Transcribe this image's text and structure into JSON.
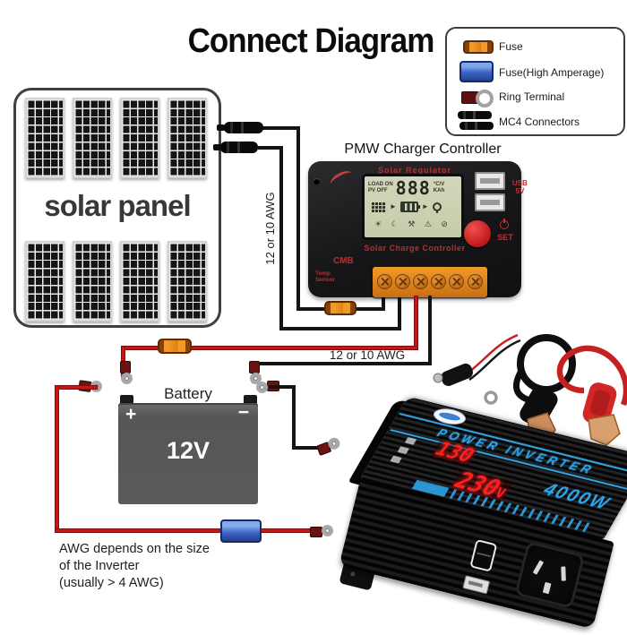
{
  "title": "Connect Diagram",
  "legend": {
    "fuse": "Fuse",
    "fuse_high": "Fuse(High Amperage)",
    "ring_terminal": "Ring Terminal",
    "mc4": "MC4 Connectors"
  },
  "solar": {
    "label": "solar panel"
  },
  "controller": {
    "heading": "PMW Charger Controller",
    "brand": "Solar Regulator",
    "lcd": {
      "load_on": "LOAD ON",
      "pv_off": "PV OFF",
      "digits": "888",
      "unit_top": "°C/V",
      "unit_bottom": "KAh",
      "arrow": "►",
      "status_icons": "☀ ☾ ⚒ ⚠ ⊘"
    },
    "usb_line1": "USB",
    "usb_line2": "5V",
    "set_label": "SET",
    "subtitle": "Solar Charge Controller",
    "model": "CMB",
    "temp_line1": "Temp",
    "temp_line2": "Sensor"
  },
  "battery": {
    "label": "Battery",
    "voltage": "12V",
    "plus": "+",
    "minus": "−"
  },
  "labels": {
    "pv_awg": "12 or 10 AWG",
    "battery_awg": "12 or 10 AWG",
    "note_line1": "AWG depends on the size",
    "note_line2": "of the Inverter",
    "note_line3": "(usually > 4 AWG)"
  },
  "inverter": {
    "stripe": "POWER INVERTER",
    "display_top": "130",
    "display_bottom": "230",
    "display_unit": "V",
    "power": "4000W"
  },
  "colors": {
    "wire_red": "#c81616",
    "wire_black": "#141414",
    "fuse_orange": "#f09a28",
    "fuse_blue": "#3a63c6",
    "inverter_blue": "#2da4e8",
    "display_red": "#ff1e1e",
    "lcd_bg": "#ccd1b4"
  }
}
